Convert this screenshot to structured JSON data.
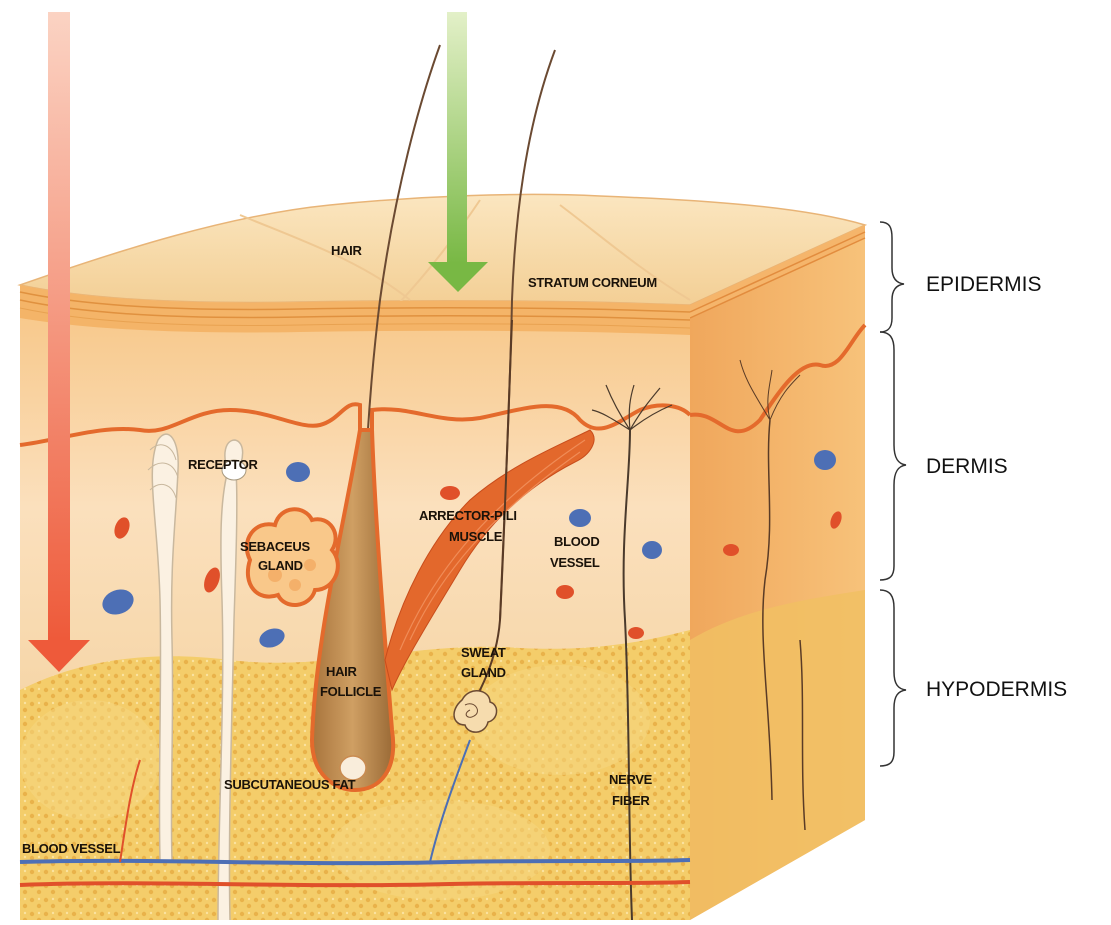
{
  "labels": {
    "hair": "HAIR",
    "stratum_corneum": "STRATUM CORNEUM",
    "receptor": "RECEPTOR",
    "sebaceus_gland_1": "SEBACEUS",
    "sebaceus_gland_2": "GLAND",
    "arrector_pili_1": "ARRECTOR-PILI",
    "arrector_pili_2": "MUSCLE",
    "blood_vessel_mid_1": "BLOOD",
    "blood_vessel_mid_2": "VESSEL",
    "sweat_gland_1": "SWEAT",
    "sweat_gland_2": "GLAND",
    "hair_follicle_1": "HAIR",
    "hair_follicle_2": "FOLLICLE",
    "subcutaneous_fat": "SUBCUTANEOUS FAT",
    "nerve_fiber_1": "NERVE",
    "nerve_fiber_2": "FIBER",
    "blood_vessel_bottom": "BLOOD VESSEL"
  },
  "layers": {
    "epidermis": "EPIDERMIS",
    "dermis": "DERMIS",
    "hypodermis": "HYPODERMIS"
  },
  "colors": {
    "epidermis_top": "#f6d7a6",
    "dermis": "#f8c98e",
    "side_face": "#eca25b",
    "fat": "#f3c55c",
    "red_line": "#e46a2c",
    "vessel_blue": "#4d6fb5",
    "vessel_red": "#e0502a",
    "arrow_red": "#ee5a3a",
    "arrow_green": "#86c04e"
  }
}
